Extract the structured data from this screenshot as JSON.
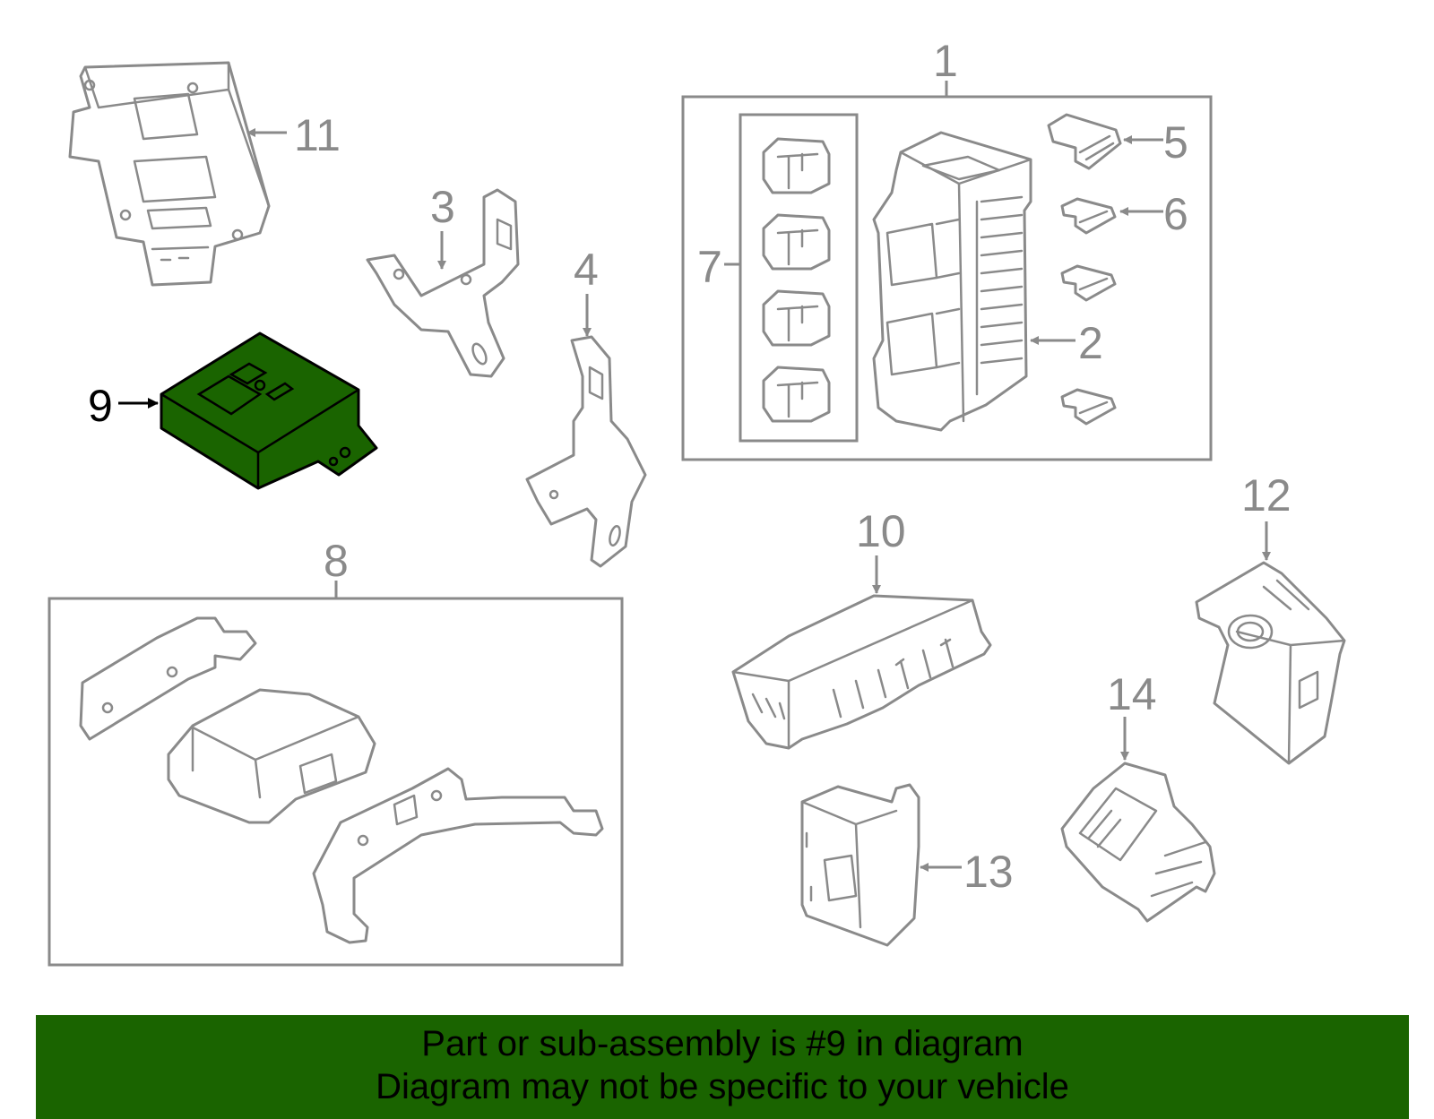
{
  "callouts": {
    "c1": "1",
    "c2": "2",
    "c3": "3",
    "c4": "4",
    "c5": "5",
    "c6": "6",
    "c7": "7",
    "c8": "8",
    "c9": "9",
    "c10": "10",
    "c11": "11",
    "c12": "12",
    "c13": "13",
    "c14": "14"
  },
  "highlighted_part": "9",
  "colors": {
    "highlight": "#1a6400",
    "line_art": "#8a8a8a",
    "highlight_outline": "#000000"
  },
  "banner": {
    "line1": "Part or sub-assembly is #9 in diagram",
    "line2": "Diagram may not be specific to your vehicle"
  }
}
